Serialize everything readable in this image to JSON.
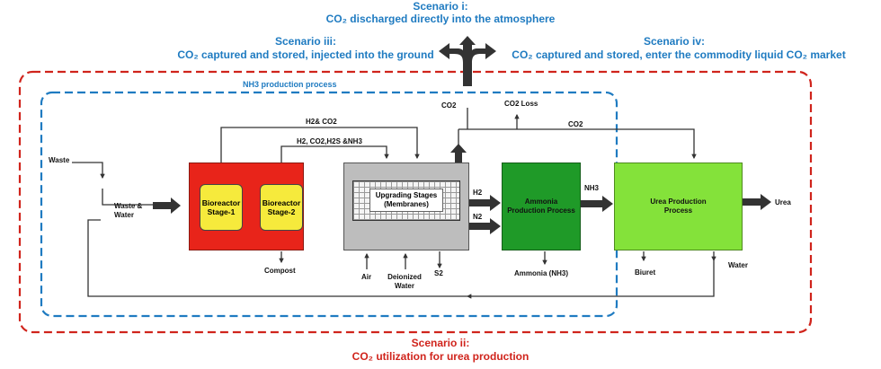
{
  "scenarios": {
    "i_title": "Scenario i:",
    "i_desc": "CO₂ discharged directly into the atmosphere",
    "iii_title": "Scenario iii:",
    "iii_desc": "CO₂ captured and stored, injected into the ground",
    "iv_title": "Scenario iv:",
    "iv_desc": "CO₂ captured and stored, enter the commodity liquid CO₂ market",
    "ii_title": "Scenario ii:",
    "ii_desc": "CO₂ utilization for urea production"
  },
  "process_label": "NH3 production process",
  "units": {
    "bioreactor1": "Bioreactor Stage-1",
    "bioreactor2": "Bioreactor Stage-2",
    "upgrading": "Upgrading Stages (Membranes)",
    "ammonia": "Ammonia Production Process",
    "urea": "Urea Production Process"
  },
  "streams": {
    "waste": "Waste",
    "waste_water": "Waste & Water",
    "h2_co2": "H2& CO2",
    "gas_mix": "H2, CO2,H2S &NH3",
    "compost": "Compost",
    "air": "Air",
    "deionized_water": "Deionized Water",
    "s2": "S2",
    "h2": "H2",
    "n2": "N2",
    "nh3": "NH3",
    "ammonia_out": "Ammonia (NH3)",
    "co2_top": "CO2",
    "co2_loss": "CO2 Loss",
    "co2_to_urea": "CO2",
    "urea_out": "Urea",
    "biuret": "Biuret",
    "water": "Water"
  },
  "colors": {
    "scenario_blue": "#1f7bc1",
    "scenario_red": "#d0241c",
    "bioreactor_fill": "#e8241a",
    "stage_fill": "#f6ea3c",
    "upgrading_fill": "#bdbdbd",
    "ammonia_fill": "#1f9a28",
    "urea_fill": "#84e23a"
  }
}
